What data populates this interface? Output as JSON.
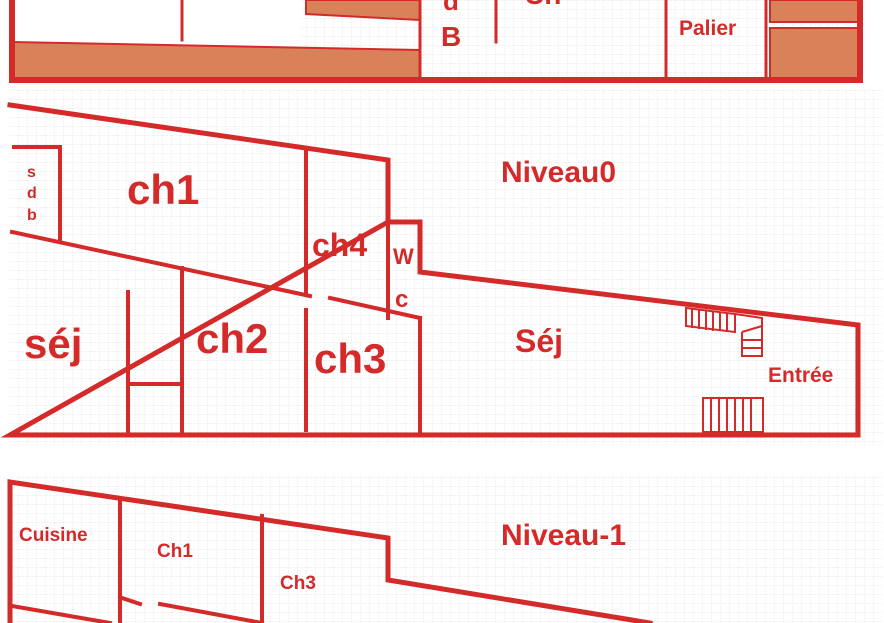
{
  "colors": {
    "wall": "#d42a2a",
    "grid": "#cfcfcf",
    "filled_area": "#d9825a",
    "background": "#ffffff"
  },
  "levels": {
    "top": {
      "rooms": {
        "sdb_letter_d": "d",
        "sdb_letter_b": "B",
        "ch_partial": "Ch",
        "palier": "Palier"
      }
    },
    "niveau0": {
      "title": "Niveau0",
      "rooms": {
        "sdb_s": "s",
        "sdb_d": "d",
        "sdb_b": "b",
        "ch1": "ch1",
        "ch4": "ch4",
        "wc_w": "W",
        "wc_c": "c",
        "sej_left": "séj",
        "ch2": "ch2",
        "ch3": "ch3",
        "sej_right": "Séj",
        "entree": "Entrée"
      }
    },
    "niveau_minus1": {
      "title": "Niveau-1",
      "rooms": {
        "cuisine": "Cuisine",
        "ch1": "Ch1",
        "ch3": "Ch3"
      }
    }
  }
}
